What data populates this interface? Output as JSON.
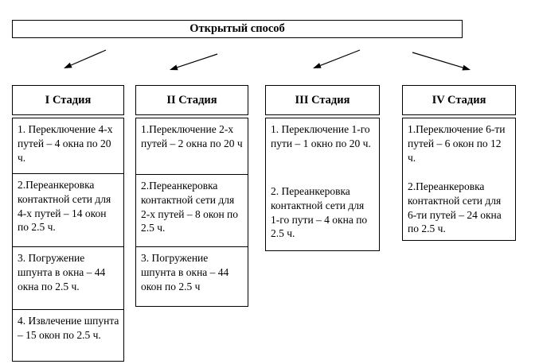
{
  "title": "Открытый способ",
  "stages": [
    {
      "header": "I Стадия",
      "items": [
        "1. Переключение 4-х путей – 4 окна по 20 ч.",
        "2.Переанкеровка контактной сети для 4-х путей – 14 окон по 2.5 ч.",
        "3. Погружение шпунта в окна – 44 окна по 2.5 ч.",
        "4. Извлечение шпунта – 15 окон по 2.5 ч."
      ]
    },
    {
      "header": "II Стадия",
      "items": [
        "1.Переключение 2-х путей – 2 окна по 20 ч",
        "2.Переанкеровка контактной сети для 2-х путей – 8 окон по 2.5 ч.",
        "3. Погружение шпунта в окна – 44 окон по 2.5 ч"
      ]
    },
    {
      "header": "III Стадия",
      "items": [
        "1. Переключение 1-го пути – 1 окно по 20 ч.",
        "2. Переанкеровка контактной сети для 1-го пути – 4 окна по 2.5 ч."
      ]
    },
    {
      "header": "IV Стадия",
      "items": [
        "1.Переключение 6-ти путей – 6 окон по 12 ч.",
        "2.Переанкеровка контактной сети для 6-ти путей – 24 окна по 2.5 ч."
      ]
    }
  ]
}
